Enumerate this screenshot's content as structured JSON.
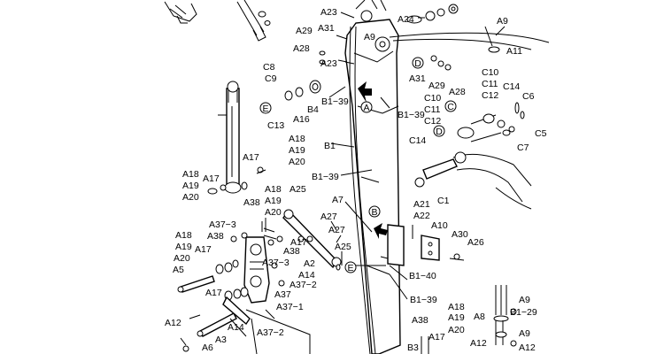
{
  "labels": [
    {
      "id": "a23-top",
      "text": "A23"
    },
    {
      "id": "a24",
      "text": "A24"
    },
    {
      "id": "a9-top",
      "text": "A9"
    },
    {
      "id": "a11",
      "text": "A11"
    },
    {
      "id": "a29-top",
      "text": "A29"
    },
    {
      "id": "a31-top",
      "text": "A31"
    },
    {
      "id": "a28-top",
      "text": "A28"
    },
    {
      "id": "a9-mid",
      "text": "A9"
    },
    {
      "id": "a23-mid",
      "text": "A23"
    },
    {
      "id": "c8",
      "text": "C8"
    },
    {
      "id": "c9",
      "text": "C9"
    },
    {
      "id": "b4",
      "text": "B4"
    },
    {
      "id": "a16",
      "text": "A16"
    },
    {
      "id": "c13",
      "text": "C13"
    },
    {
      "id": "b1-39-a",
      "text": "B1−39"
    },
    {
      "id": "b1-39-b",
      "text": "B1−39"
    },
    {
      "id": "a31-mid",
      "text": "A31"
    },
    {
      "id": "a29-mid",
      "text": "A29"
    },
    {
      "id": "a28-mid",
      "text": "A28"
    },
    {
      "id": "c10-a",
      "text": "C10"
    },
    {
      "id": "c11-a",
      "text": "C11"
    },
    {
      "id": "c12-a",
      "text": "C12"
    },
    {
      "id": "c14-a",
      "text": "C14"
    },
    {
      "id": "c6",
      "text": "C6"
    },
    {
      "id": "c10-b",
      "text": "C10"
    },
    {
      "id": "c11-b",
      "text": "C11"
    },
    {
      "id": "c12-b",
      "text": "C12"
    },
    {
      "id": "c5",
      "text": "C5"
    },
    {
      "id": "c7",
      "text": "C7"
    },
    {
      "id": "c14-b",
      "text": "C14"
    },
    {
      "id": "a18-a",
      "text": "A18"
    },
    {
      "id": "a19-a",
      "text": "A19"
    },
    {
      "id": "a20-a",
      "text": "A20"
    },
    {
      "id": "b1",
      "text": "B1"
    },
    {
      "id": "a17-a",
      "text": "A17"
    },
    {
      "id": "a18-b",
      "text": "A18"
    },
    {
      "id": "a17-b",
      "text": "A17"
    },
    {
      "id": "a19-b",
      "text": "A19"
    },
    {
      "id": "a20-b",
      "text": "A20"
    },
    {
      "id": "b1-39-c",
      "text": "B1−39"
    },
    {
      "id": "c1",
      "text": "C1"
    },
    {
      "id": "a18-c",
      "text": "A18"
    },
    {
      "id": "a25-a",
      "text": "A25"
    },
    {
      "id": "a19-c",
      "text": "A19"
    },
    {
      "id": "a38-a",
      "text": "A38"
    },
    {
      "id": "a20-c",
      "text": "A20"
    },
    {
      "id": "a7",
      "text": "A7"
    },
    {
      "id": "a21",
      "text": "A21"
    },
    {
      "id": "a22",
      "text": "A22"
    },
    {
      "id": "a37-3-a",
      "text": "A37−3"
    },
    {
      "id": "a27-a",
      "text": "A27"
    },
    {
      "id": "a10",
      "text": "A10"
    },
    {
      "id": "a27-b",
      "text": "A27"
    },
    {
      "id": "a30",
      "text": "A30"
    },
    {
      "id": "a18-d",
      "text": "A18"
    },
    {
      "id": "a38-b",
      "text": "A38"
    },
    {
      "id": "a26",
      "text": "A26"
    },
    {
      "id": "a19-d",
      "text": "A19"
    },
    {
      "id": "a17-c",
      "text": "A17"
    },
    {
      "id": "a25-b",
      "text": "A25"
    },
    {
      "id": "a20-d",
      "text": "A20"
    },
    {
      "id": "a17-d",
      "text": "A17"
    },
    {
      "id": "a38-c",
      "text": "A38"
    },
    {
      "id": "a37-3-b",
      "text": "A37−3"
    },
    {
      "id": "a2",
      "text": "A2"
    },
    {
      "id": "a5",
      "text": "A5"
    },
    {
      "id": "a14-a",
      "text": "A14"
    },
    {
      "id": "a37-2-a",
      "text": "A37−2"
    },
    {
      "id": "b1-40",
      "text": "B1−40"
    },
    {
      "id": "a17-e",
      "text": "A17"
    },
    {
      "id": "a37",
      "text": "A37"
    },
    {
      "id": "b1-39-d",
      "text": "B1−39"
    },
    {
      "id": "a9-bot-a",
      "text": "A9"
    },
    {
      "id": "a37-1",
      "text": "A37−1"
    },
    {
      "id": "a18-e",
      "text": "A18"
    },
    {
      "id": "b1-29",
      "text": "B1−29"
    },
    {
      "id": "a8",
      "text": "A8"
    },
    {
      "id": "a12-a",
      "text": "A12"
    },
    {
      "id": "a14-b",
      "text": "A14"
    },
    {
      "id": "a38-d",
      "text": "A38"
    },
    {
      "id": "a19-e",
      "text": "A19"
    },
    {
      "id": "a37-2-b",
      "text": "A37−2"
    },
    {
      "id": "a20-e",
      "text": "A20"
    },
    {
      "id": "a9-bot-b",
      "text": "A9"
    },
    {
      "id": "a3",
      "text": "A3"
    },
    {
      "id": "a17-f",
      "text": "A17"
    },
    {
      "id": "a6",
      "text": "A6"
    },
    {
      "id": "b3",
      "text": "B3"
    },
    {
      "id": "a12-b",
      "text": "A12"
    },
    {
      "id": "a12-c",
      "text": "A12"
    }
  ],
  "callouts": [
    {
      "id": "E-upper",
      "text": "E"
    },
    {
      "id": "D-upper",
      "text": "D"
    },
    {
      "id": "A-mid",
      "text": "A"
    },
    {
      "id": "C-right",
      "text": "C"
    },
    {
      "id": "D-right",
      "text": "D"
    },
    {
      "id": "B-mid",
      "text": "B"
    },
    {
      "id": "E-lower",
      "text": "E"
    }
  ]
}
